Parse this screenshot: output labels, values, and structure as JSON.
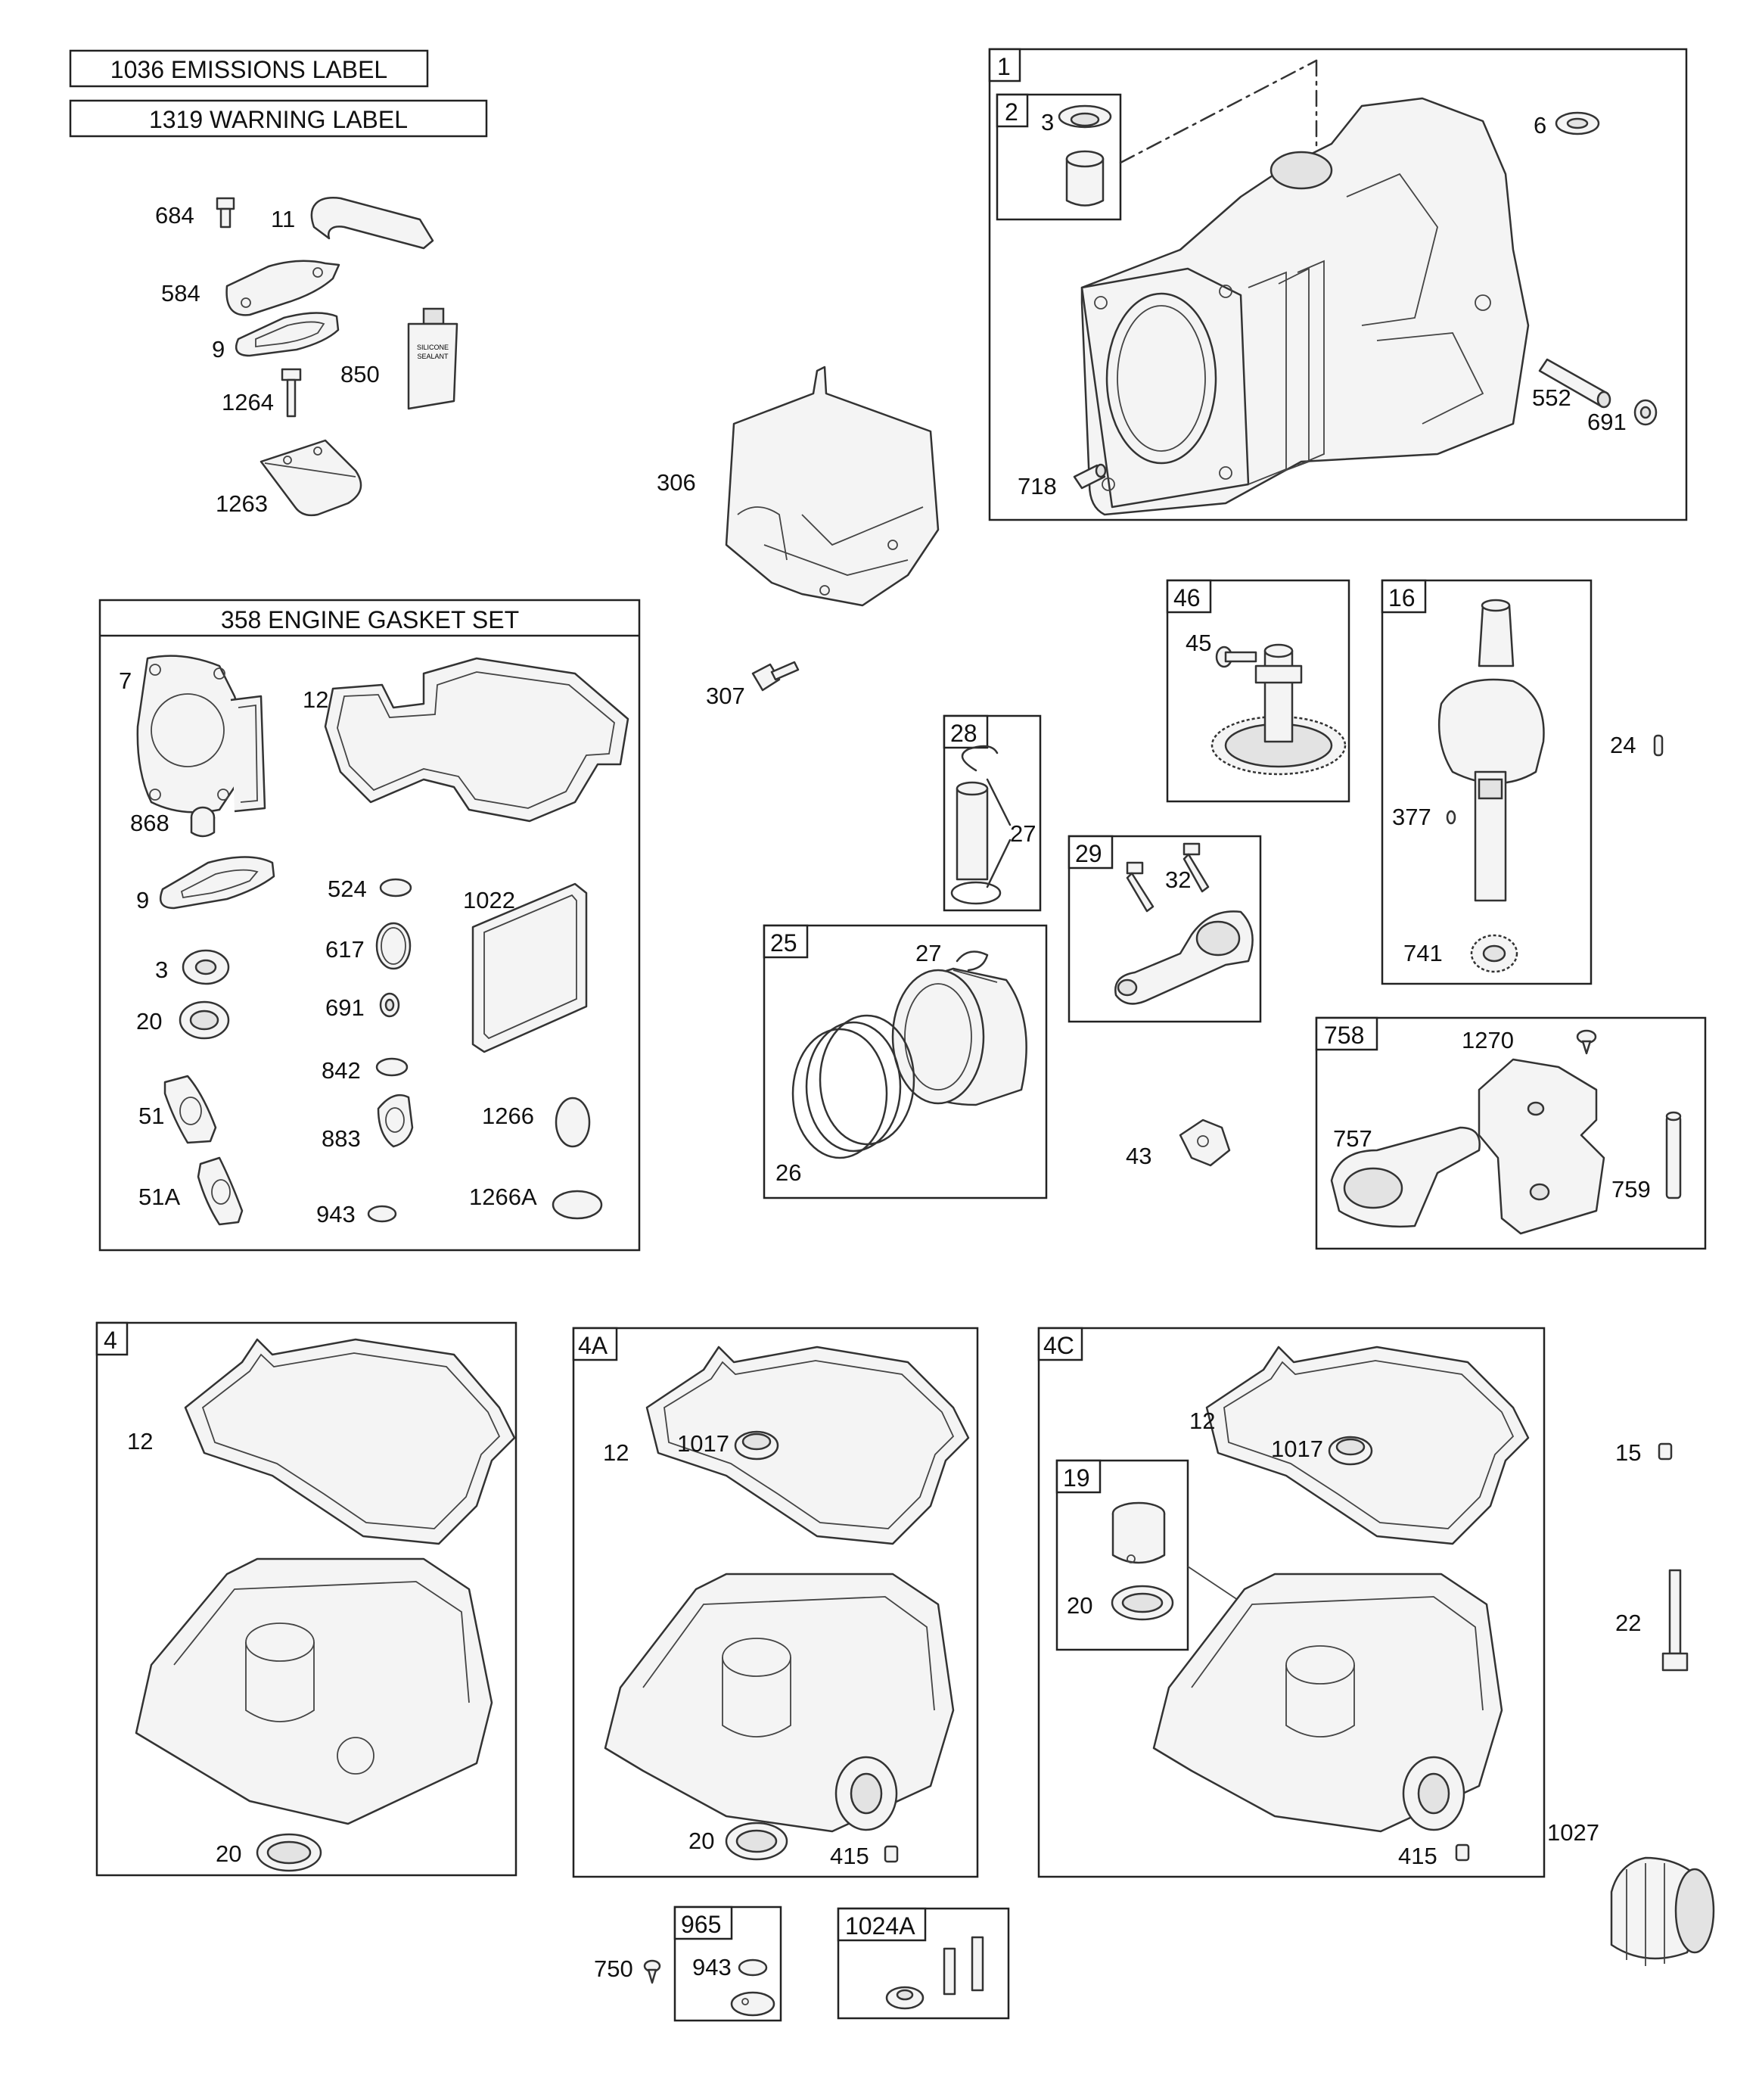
{
  "header_labels": [
    "1036 EMISSIONS LABEL",
    "1319 WARNING LABEL"
  ],
  "groups": {
    "g1": "1",
    "g2": "2",
    "g4": "4",
    "g4a": "4A",
    "g4c": "4C",
    "g16": "16",
    "g19": "19",
    "g25": "25",
    "g28": "28",
    "g29": "29",
    "g46": "46",
    "g758": "758",
    "g965": "965",
    "g1024a": "1024A",
    "gasket_set": "358 ENGINE GASKET SET"
  },
  "callouts": {
    "p684": "684",
    "p11": "11",
    "p584": "584",
    "p9a": "9",
    "p850": "850",
    "p1264": "1264",
    "p1263": "1263",
    "p306": "306",
    "p307": "307",
    "p3a": "3",
    "p6": "6",
    "p552": "552",
    "p691a": "691",
    "p718": "718",
    "p7": "7",
    "p12a": "12",
    "p868": "868",
    "p9b": "9",
    "p524": "524",
    "p1022": "1022",
    "p617": "617",
    "p3b": "3",
    "p691b": "691",
    "p20a": "20",
    "p842": "842",
    "p51": "51",
    "p883": "883",
    "p1266": "1266",
    "p51a": "51A",
    "p943a": "943",
    "p1266a": "1266A",
    "p27a": "27",
    "p27b": "27",
    "p26": "26",
    "p45": "45",
    "p32": "32",
    "p43": "43",
    "p24": "24",
    "p377": "377",
    "p741": "741",
    "p1270": "1270",
    "p757": "757",
    "p759": "759",
    "p12b": "12",
    "p20b": "20",
    "p12c": "12",
    "p1017a": "1017",
    "p20c": "20",
    "p415a": "415",
    "p12d": "12",
    "p1017b": "1017",
    "p20d": "20",
    "p415b": "415",
    "p15": "15",
    "p22": "22",
    "p1027": "1027",
    "p750": "750",
    "p943b": "943"
  },
  "tube_text": [
    "SILICONE",
    "SEALANT"
  ]
}
